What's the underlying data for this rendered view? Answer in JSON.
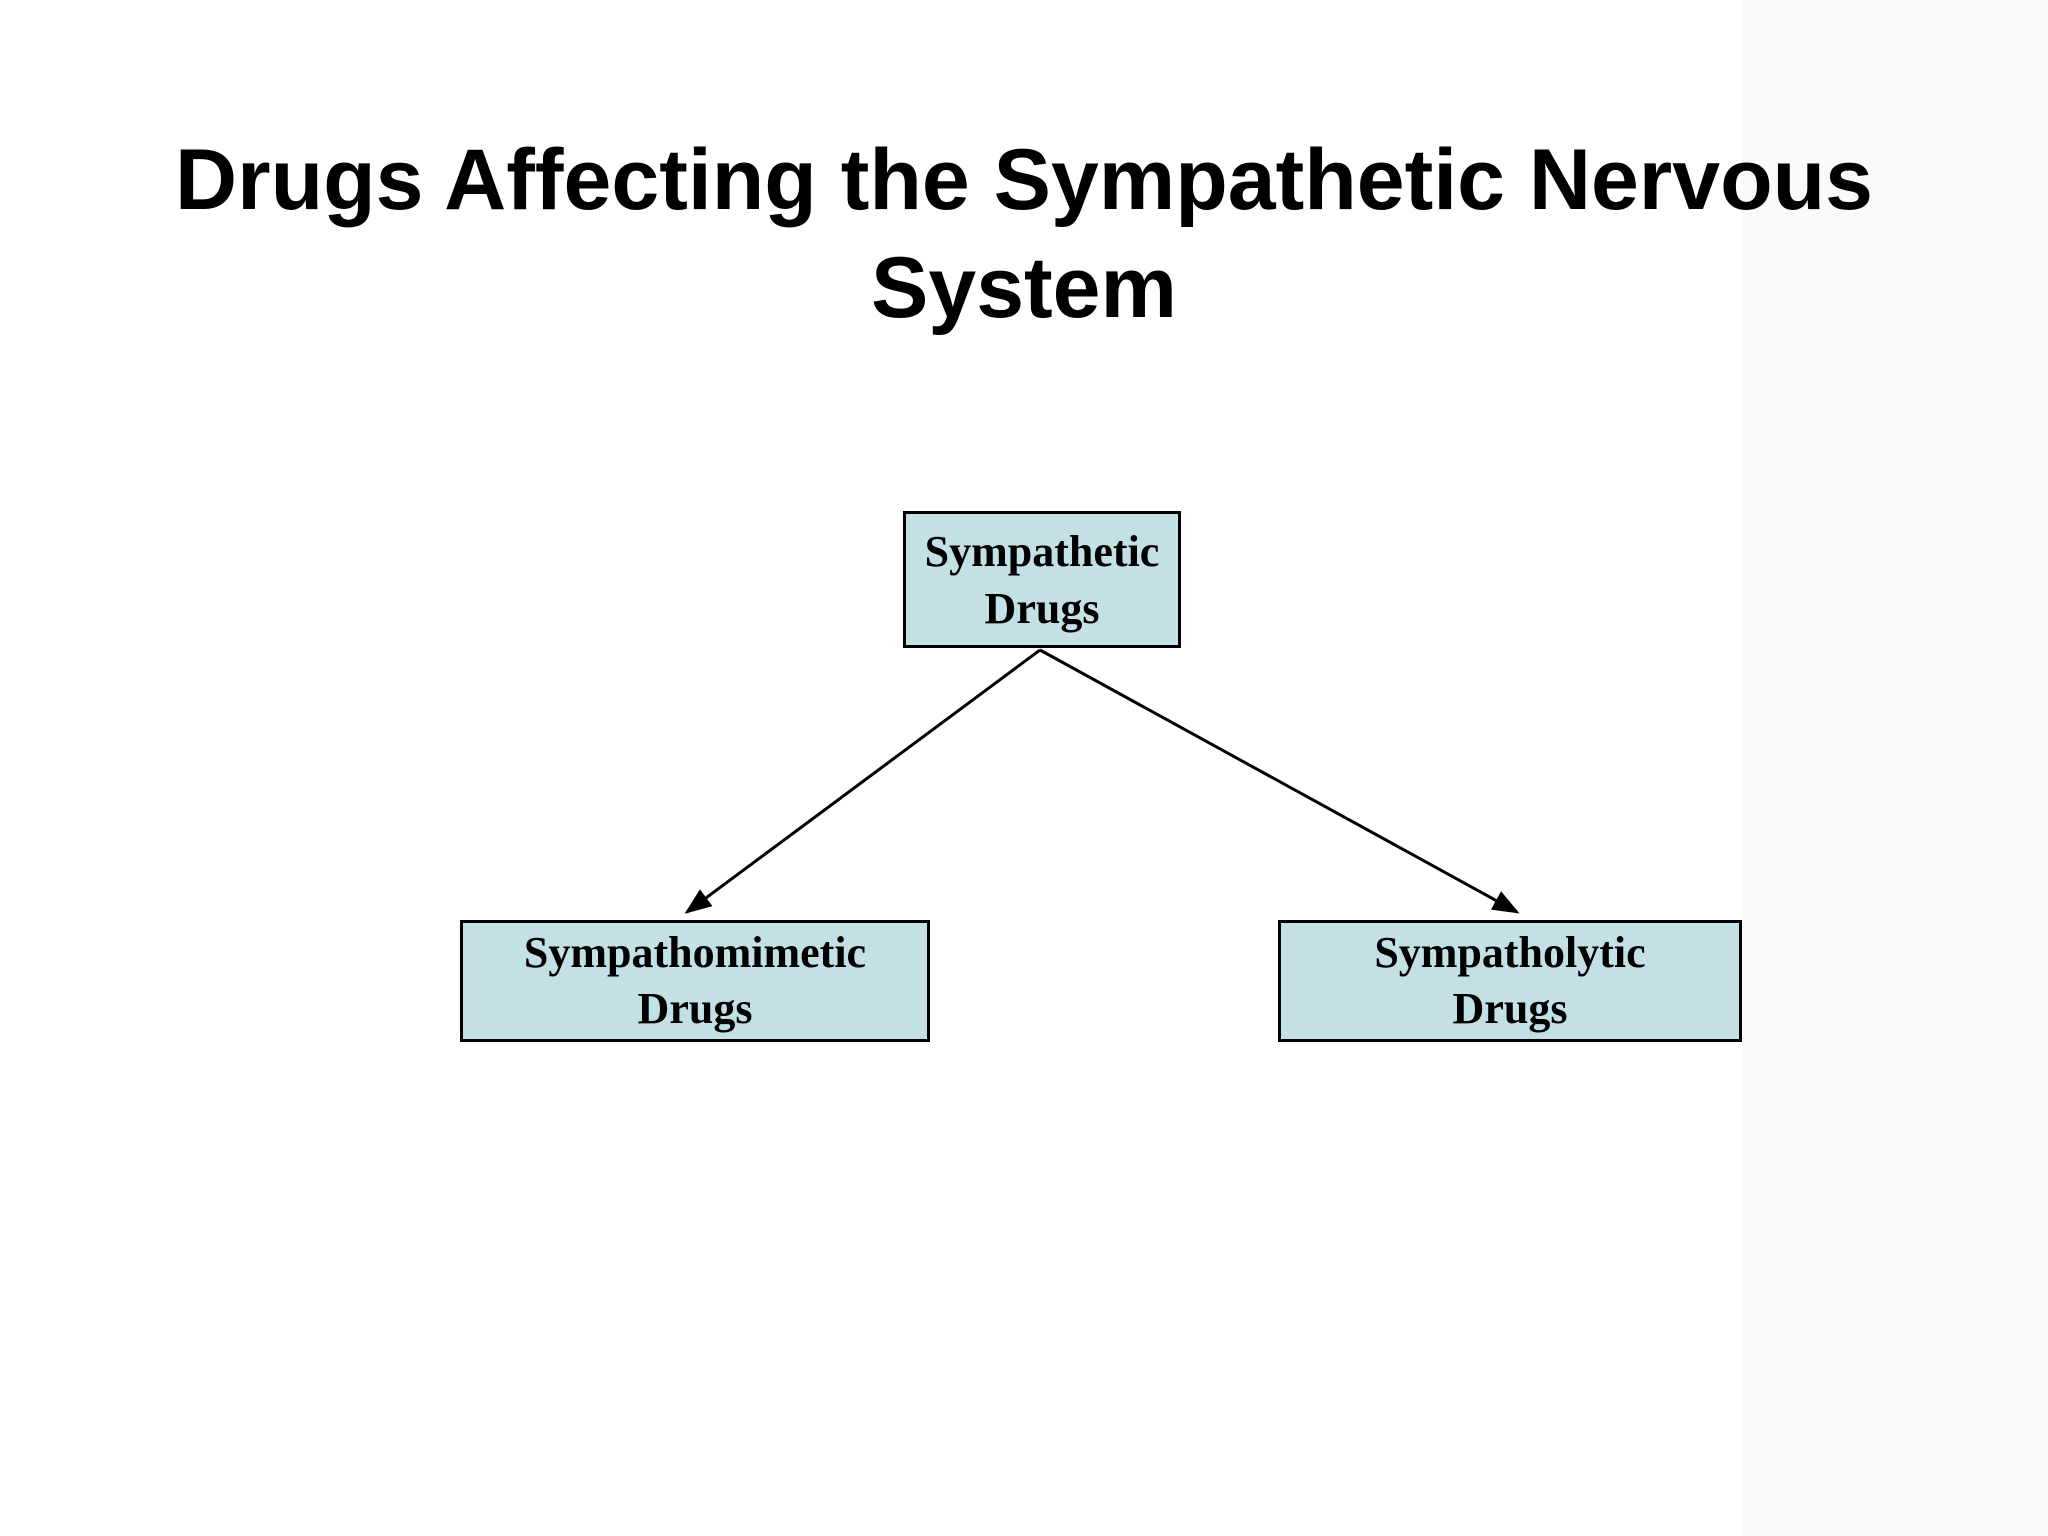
{
  "slide": {
    "title": {
      "line1": "Drugs Affecting the Sympathetic Nervous",
      "line2": "System",
      "full": "Drugs Affecting the Sympathetic Nervous System"
    }
  },
  "diagram": {
    "nodes": {
      "root": {
        "line1": "Sympathetic",
        "line2": "Drugs"
      },
      "left": {
        "line1": "Sympathomimetic",
        "line2": "Drugs"
      },
      "right": {
        "line1": "Sympatholytic",
        "line2": "Drugs"
      }
    },
    "edges": [
      {
        "from": "root",
        "to": "left"
      },
      {
        "from": "root",
        "to": "right"
      }
    ],
    "colors": {
      "box_fill": "#c3e0e4",
      "box_border": "#000000",
      "connector": "#000000",
      "background": "#ffffff",
      "title_text": "#000000"
    }
  }
}
